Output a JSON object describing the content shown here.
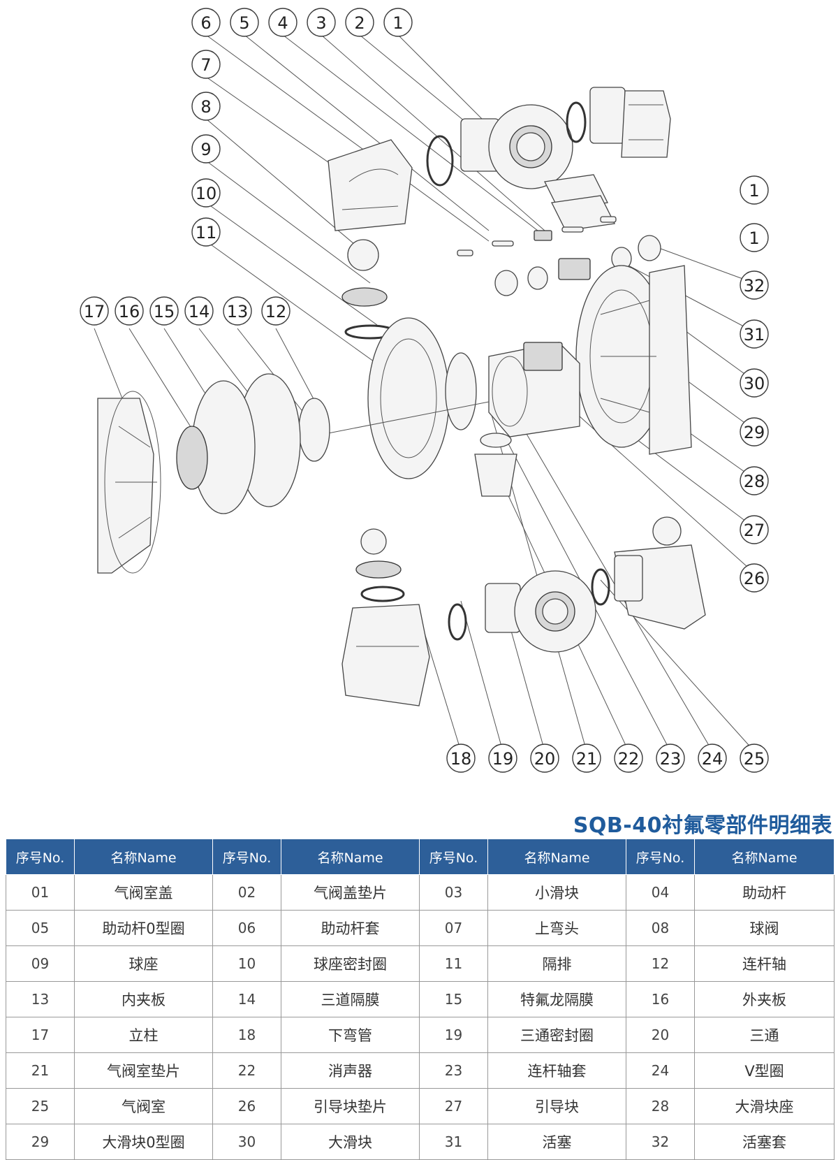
{
  "callouts": [
    "1",
    "2",
    "3",
    "4",
    "5",
    "6",
    "7",
    "8",
    "9",
    "10",
    "11",
    "12",
    "13",
    "14",
    "15",
    "16",
    "17",
    "18",
    "19",
    "20",
    "21",
    "22",
    "23",
    "24",
    "25",
    "26",
    "27",
    "28",
    "29",
    "30",
    "31",
    "32"
  ],
  "extra_callouts": [
    "1",
    "1"
  ],
  "table": {
    "title": "SQB-40衬氟零部件明细表",
    "headers": [
      "序号No.",
      "名称Name",
      "序号No.",
      "名称Name",
      "序号No.",
      "名称Name",
      "序号No.",
      "名称Name"
    ],
    "rows": [
      [
        "01",
        "气阀室盖",
        "02",
        "气阀盖垫片",
        "03",
        "小滑块",
        "04",
        "助动杆"
      ],
      [
        "05",
        "助动杆0型圈",
        "06",
        "助动杆套",
        "07",
        "上弯头",
        "08",
        "球阀"
      ],
      [
        "09",
        "球座",
        "10",
        "球座密封圈",
        "11",
        "隔排",
        "12",
        "连杆轴"
      ],
      [
        "13",
        "内夹板",
        "14",
        "三道隔膜",
        "15",
        "特氟龙隔膜",
        "16",
        "外夹板"
      ],
      [
        "17",
        "立柱",
        "18",
        "下弯管",
        "19",
        "三通密封圈",
        "20",
        "三通"
      ],
      [
        "21",
        "气阀室垫片",
        "22",
        "消声器",
        "23",
        "连杆轴套",
        "24",
        "V型圈"
      ],
      [
        "25",
        "气阀室",
        "26",
        "引导块垫片",
        "27",
        "引导块",
        "28",
        "大滑块座"
      ],
      [
        "29",
        "大滑块0型圈",
        "30",
        "大滑块",
        "31",
        "活塞",
        "32",
        "活塞套"
      ]
    ]
  }
}
